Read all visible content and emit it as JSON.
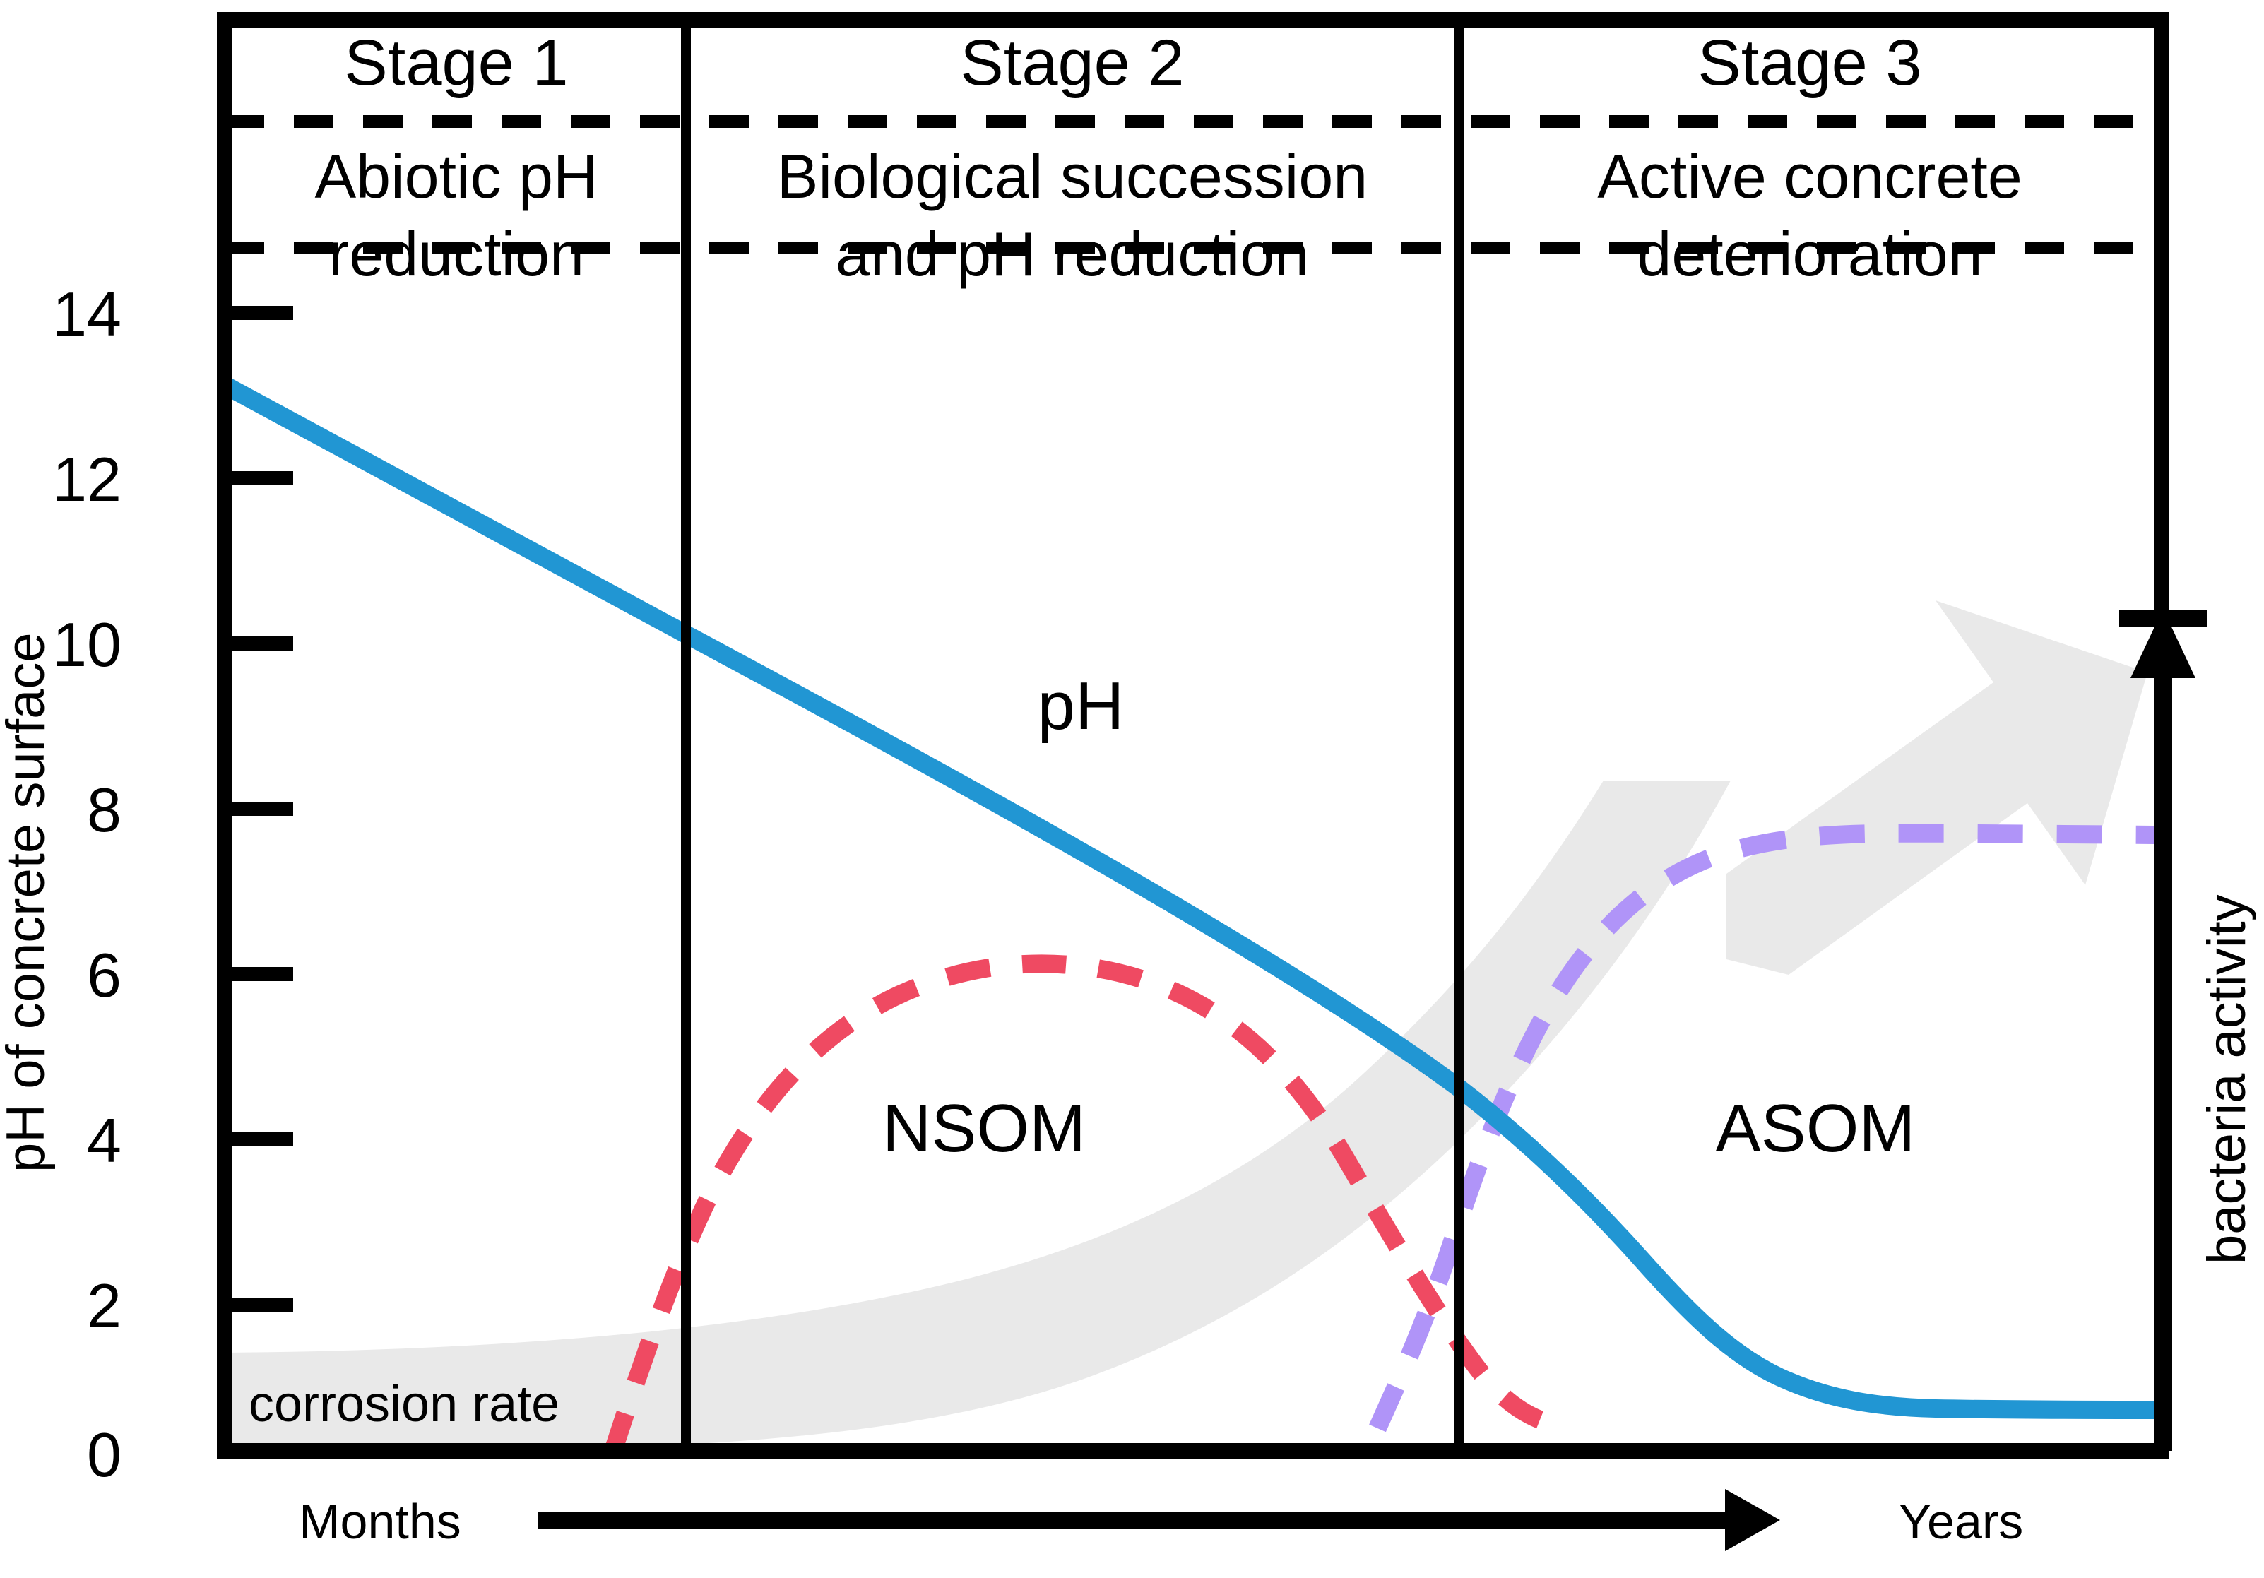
{
  "figure": {
    "type": "conceptual-schematic",
    "y_axis_label": "pH of concrete surface",
    "right_axis_label": "bacteria activity",
    "x_axis_start_label": "Months",
    "x_axis_end_label": "Years"
  },
  "stages": [
    {
      "title": "Stage 1",
      "desc_line1": "Abiotic pH",
      "desc_line2": "reduction"
    },
    {
      "title": "Stage 2",
      "desc_line1": "Biological succession",
      "desc_line2": "and pH reduction"
    },
    {
      "title": "Stage 3",
      "desc_line1": "Active concrete",
      "desc_line2": "deterioration"
    }
  ],
  "curve_labels": {
    "ph": "pH",
    "nsom": "NSOM",
    "asom": "ASOM",
    "corrosion": "corrosion rate"
  },
  "colors": {
    "ph_line": "#2196d3",
    "nsom_line": "#ef4a62",
    "asom_line": "#b094f8",
    "corrosion_band": "#e9e9e9",
    "arrow": "#e9e9e9",
    "axis": "#000000"
  },
  "chart_data": {
    "type": "line",
    "title": "",
    "xlabel": "",
    "ylabel": "pH of concrete surface",
    "ylim": [
      0,
      15.6
    ],
    "xlim": [
      0,
      100
    ],
    "grid": false,
    "legend": "inline-annotations",
    "yticks": [
      0,
      2,
      4,
      6,
      8,
      10,
      12,
      14
    ],
    "ytick_labels": [
      "0",
      "2",
      "4",
      "6",
      "8",
      "10",
      "12",
      "14"
    ],
    "stage_boundaries_x": [
      24.4,
      63.7
    ],
    "dashed_reference_lines_y": [
      15.3,
      14.0
    ],
    "series": [
      {
        "name": "pH",
        "style": "solid",
        "color": "#2196d3",
        "points": [
          [
            0,
            13.1
          ],
          [
            10,
            12.35
          ],
          [
            20,
            11.6
          ],
          [
            24.4,
            10.5
          ],
          [
            30,
            9.85
          ],
          [
            40,
            8.85
          ],
          [
            50,
            7.85
          ],
          [
            60,
            6.2
          ],
          [
            63.7,
            5.25
          ],
          [
            70,
            4.45
          ],
          [
            76,
            3.7
          ],
          [
            82,
            2.85
          ],
          [
            88,
            2.15
          ],
          [
            92,
            1.9
          ],
          [
            96,
            1.82
          ],
          [
            100,
            1.8
          ]
        ]
      },
      {
        "name": "NSOM",
        "style": "dashed",
        "color": "#ef4a62",
        "points": [
          [
            20.0,
            0.0
          ],
          [
            24.4,
            2.4
          ],
          [
            28,
            4.4
          ],
          [
            32,
            5.9
          ],
          [
            38,
            6.95
          ],
          [
            44,
            7.3
          ],
          [
            50,
            7.2
          ],
          [
            56,
            6.6
          ],
          [
            60,
            5.7
          ],
          [
            63.7,
            4.35
          ],
          [
            66,
            3.3
          ],
          [
            68,
            2.4
          ],
          [
            70.5,
            1.1
          ],
          [
            71.5,
            0.65
          ]
        ]
      },
      {
        "name": "ASOM",
        "style": "dashed",
        "color": "#b094f8",
        "points": [
          [
            59.5,
            0.25
          ],
          [
            62,
            1.45
          ],
          [
            63.7,
            2.75
          ],
          [
            66,
            4.35
          ],
          [
            68,
            5.65
          ],
          [
            70,
            6.6
          ],
          [
            73,
            7.25
          ],
          [
            77,
            7.45
          ],
          [
            84,
            7.45
          ],
          [
            92,
            7.42
          ],
          [
            100,
            7.4
          ]
        ]
      },
      {
        "name": "corrosion rate",
        "style": "filled-band",
        "color": "#e9e9e9",
        "points": [
          [
            0,
            1.05
          ],
          [
            10,
            1.05
          ],
          [
            20,
            1.1
          ],
          [
            30,
            1.25
          ],
          [
            40,
            1.5
          ],
          [
            50,
            1.95
          ],
          [
            57,
            2.6
          ],
          [
            62,
            3.4
          ],
          [
            66,
            4.4
          ],
          [
            70,
            5.6
          ],
          [
            74,
            7.0
          ],
          [
            78,
            8.6
          ]
        ]
      }
    ],
    "annotations": [
      {
        "text": "pH",
        "x": 43,
        "y": 9.45
      },
      {
        "text": "NSOM",
        "x": 38,
        "y": 4.25
      },
      {
        "text": "ASOM",
        "x": 83,
        "y": 4.25
      },
      {
        "text": "corrosion rate",
        "x": 1.5,
        "y": 0.55
      },
      {
        "text": "Stage 1",
        "x": 12,
        "y": 15.9
      },
      {
        "text": "Stage 2",
        "x": 44,
        "y": 15.9
      },
      {
        "text": "Stage 3",
        "x": 82,
        "y": 15.9
      }
    ]
  }
}
